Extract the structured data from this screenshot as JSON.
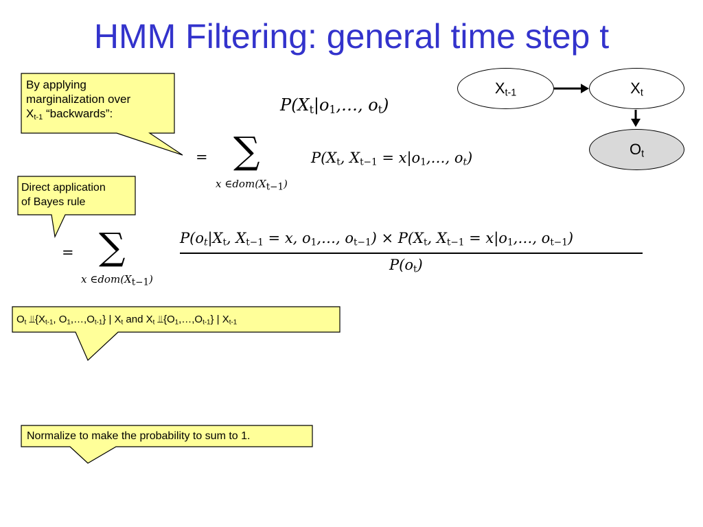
{
  "slide": {
    "title": "HMM Filtering: general time step t",
    "callout1": {
      "line1": "By applying",
      "line2": "marginalization over",
      "var": "X",
      "sub": "t-1",
      "after": " “backwards”:"
    },
    "callout2": {
      "line1": "Direct application",
      "line2": "of Bayes rule"
    },
    "callout3": {
      "o": "O",
      "t": "t",
      "indep": "⫫",
      "open": "{X",
      "t1": "t-1",
      "comma_o": ", O",
      "one": "1",
      "dots": ",…,O",
      "close": "}",
      "bar": " | X",
      "and": " and X",
      "open2": "{O",
      "close_bar": "} | X"
    },
    "callout4": {
      "text": "Normalize to make the probability to sum to 1."
    },
    "network": {
      "node_xt1": {
        "var": "X",
        "sub": "t-1"
      },
      "node_xt": {
        "var": "X",
        "sub": "t"
      },
      "node_ot": {
        "var": "O",
        "sub": "t"
      }
    },
    "eq1": {
      "p": "P(X",
      "t": "t",
      "bar": "|o",
      "one": "1",
      "dots": ",…, o",
      "close": ")"
    },
    "eq2": {
      "eq": "=",
      "sigma": "∑",
      "under": "x ∈dom(X",
      "under_sub": "t−1",
      "under_close": ")",
      "p": "P(X",
      "t": "t",
      "mid": ", X",
      "t1": "t−1",
      "rest": " = x|o",
      "one": "1",
      "dots": ",…, o",
      "close": ")"
    },
    "eq3": {
      "eq": "=",
      "sigma": "∑",
      "under": "x ∈dom(X",
      "under_sub": "t−1",
      "under_close": ")",
      "num_a": "P(o",
      "t": "t",
      "num_b": "|X",
      "num_c": ", X",
      "t1": "t−1",
      "num_d": " = x, o",
      "one": "1",
      "num_e": ",…, o",
      "num_f": ") × P(X",
      "num_g": " = x|o",
      "num_h": ")",
      "den_a": "P(o",
      "den_b": ")"
    },
    "colors": {
      "title": "#3333cc",
      "callout_fill": "#ffff99",
      "node_gray": "#d9d9d9"
    }
  }
}
